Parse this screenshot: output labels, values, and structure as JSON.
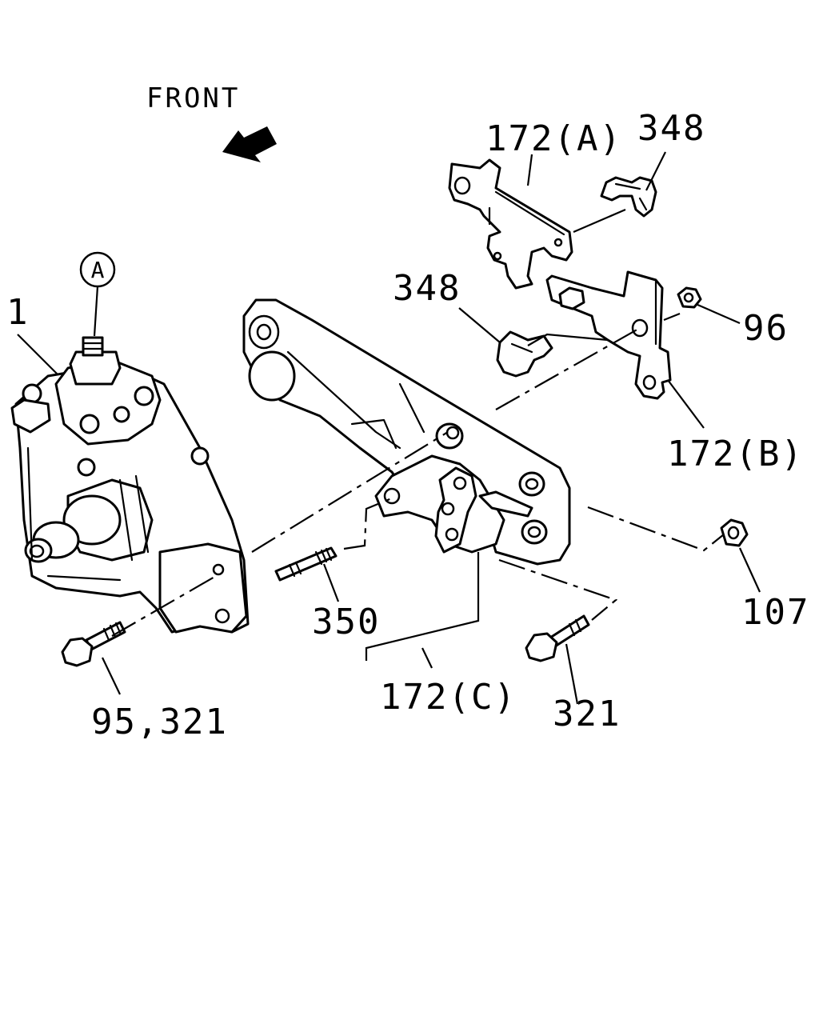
{
  "direction": {
    "label": "FRONT"
  },
  "reference_marker": {
    "label": "A"
  },
  "callouts": {
    "c1": "1",
    "c172a": "172(A)",
    "c348_top": "348",
    "c348_mid": "348",
    "c96": "96",
    "c172b": "172(B)",
    "c107": "107",
    "c350": "350",
    "c172c": "172(C)",
    "c321": "321",
    "c95_321": "95,321"
  }
}
